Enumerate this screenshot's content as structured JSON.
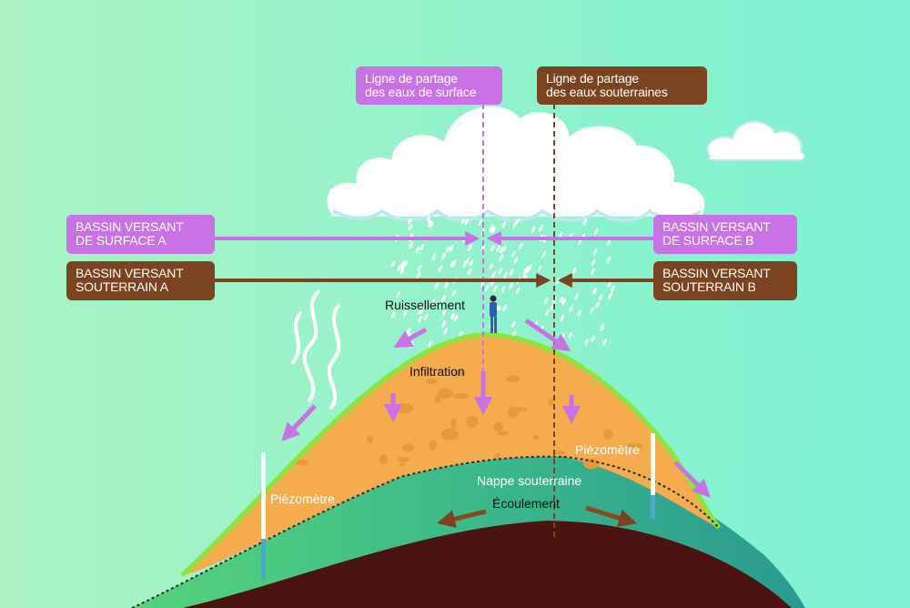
{
  "labels": {
    "divide_surface": [
      "Ligne de partage",
      "des eaux de surface"
    ],
    "divide_groundwater": [
      "Ligne de partage",
      "des eaux souterraines"
    ],
    "basin_surface_a": [
      "BASSIN VERSANT",
      "DE SURFACE  A"
    ],
    "basin_surface_b": [
      "BASSIN VERSANT",
      "DE SURFACE  B"
    ],
    "basin_underground_a": [
      "BASSIN VERSANT",
      "SOUTERRAIN  A"
    ],
    "basin_underground_b": [
      "BASSIN VERSANT",
      "SOUTERRAIN  B"
    ],
    "runoff": "Ruissellement",
    "infiltration": "Infiltration",
    "piezometer_left": "Piézomètre",
    "piezometer_right": "Piézomètre",
    "aquifer": "Nappe souterraine",
    "flow": "Écoulement"
  },
  "colors": {
    "background_left": "#a8f2c4",
    "background_right": "#7ff2d2",
    "surface_accent": "#c872e6",
    "underground_accent": "#7b431f",
    "soil": "#f4ac4e",
    "grass": "#8ae63c",
    "aquifer": "#3aab8e",
    "bedrock": "#4a1410"
  },
  "icons": [
    "cloud-icon",
    "rain-icon",
    "steam-icon",
    "person-icon",
    "arrow-icon"
  ]
}
